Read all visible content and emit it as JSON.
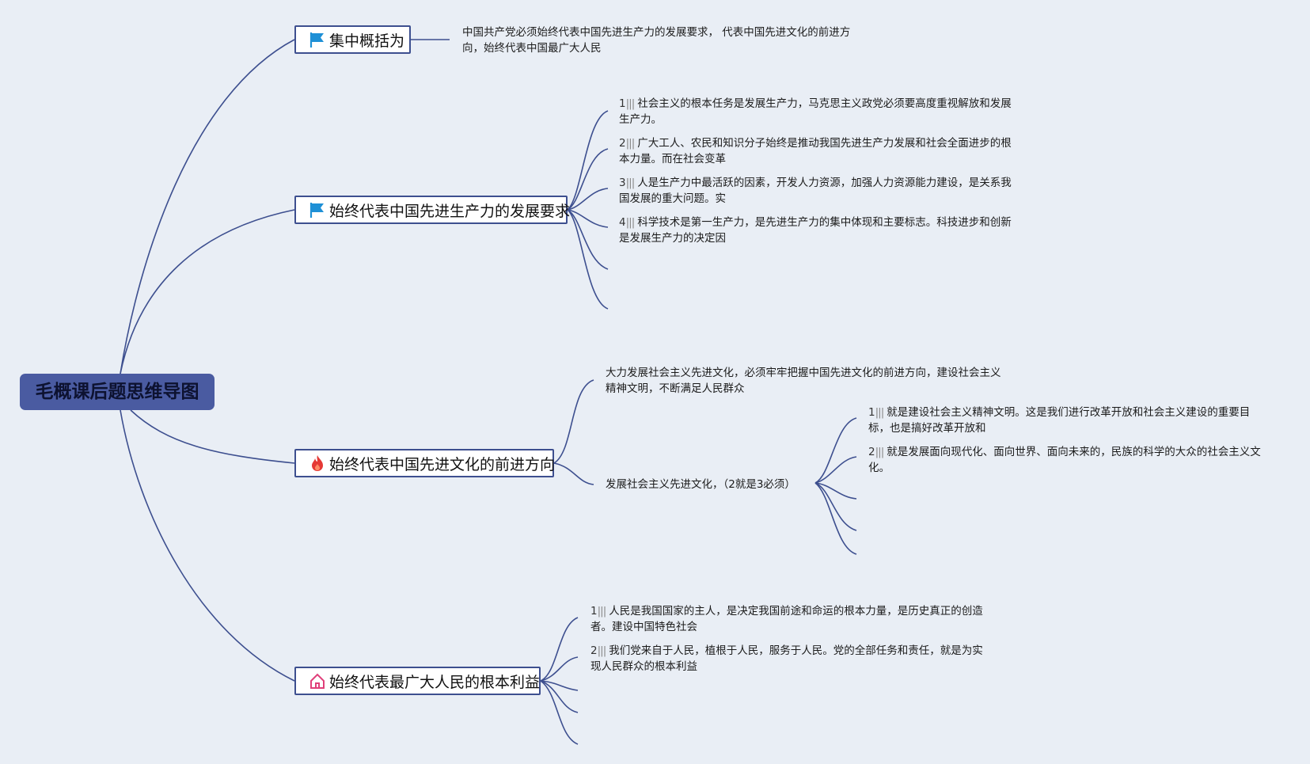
{
  "root": {
    "label": "毛概课后题思维导图"
  },
  "topics": [
    {
      "label": "集中概括为",
      "icon": "flag-icon",
      "children": [
        {
          "text": "中国共产党必须始终代表中国先进生产力的发展要求， 代表中国先进文化的前进方向，始终代表中国最广大人民"
        }
      ]
    },
    {
      "label": "始终代表中国先进生产力的发展要求",
      "icon": "flag-icon",
      "children": [
        {
          "num": "1",
          "text": "社会主义的根本任务是发展生产力，马克思主义政党必须要高度重视解放和发展生产力。"
        },
        {
          "num": "2",
          "text": "广大工人、农民和知识分子始终是推动我国先进生产力发展和社会全面进步的根本力量。而在社会变革"
        },
        {
          "num": "3",
          "text": "人是生产力中最活跃的因素，开发人力资源，加强人力资源能力建设，是关系我国发展的重大问题。实"
        },
        {
          "num": "4",
          "text": "科学技术是第一生产力，是先进生产力的集中体现和主要标志。科技进步和创新是发展生产力的决定因"
        }
      ]
    },
    {
      "label": "始终代表中国先进文化的前进方向",
      "icon": "fire-icon",
      "children": [
        {
          "text": "大力发展社会主义先进文化，必须牢牢把握中国先进文化的前进方向，建设社会主义精神文明，不断满足人民群众"
        },
        {
          "text": "发展社会主义先进文化，（2就是3必须）"
        }
      ],
      "subchildren": [
        {
          "num": "1",
          "text": "就是建设社会主义精神文明。这是我们进行改革开放和社会主义建设的重要目标，也是搞好改革开放和"
        },
        {
          "num": "2",
          "text": "就是发展面向现代化、面向世界、面向未来的，民族的科学的大众的社会主义文化。"
        }
      ]
    },
    {
      "label": "始终代表最广大人民的根本利益",
      "icon": "house-icon",
      "children": [
        {
          "num": "1",
          "text": "人民是我国国家的主人，是决定我国前途和命运的根本力量，是历史真正的创造者。建设中国特色社会"
        },
        {
          "num": "2",
          "text": "我们党来自于人民，植根于人民，服务于人民。党的全部任务和责任，就是为实现人民群众的根本利益"
        }
      ]
    }
  ],
  "colors": {
    "background": "#e9eef5",
    "line": "#3d4f8f",
    "root_fill": "#4a5ba1",
    "flag": "#1e90d6",
    "fire": "#e53935",
    "house": "#e0407a"
  }
}
